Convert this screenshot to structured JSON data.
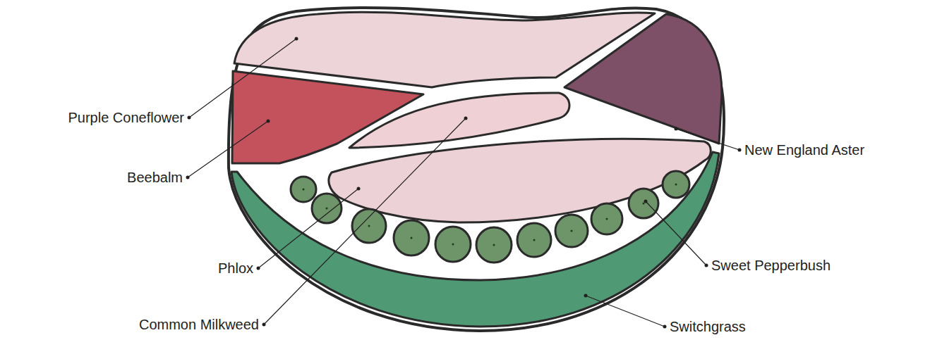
{
  "diagram": {
    "labels": [
      "Purple Coneflower",
      "Beebalm",
      "Phlox",
      "Common Milkweed",
      "New England Aster",
      "Sweet Pepperbush",
      "Switchgrass"
    ]
  }
}
